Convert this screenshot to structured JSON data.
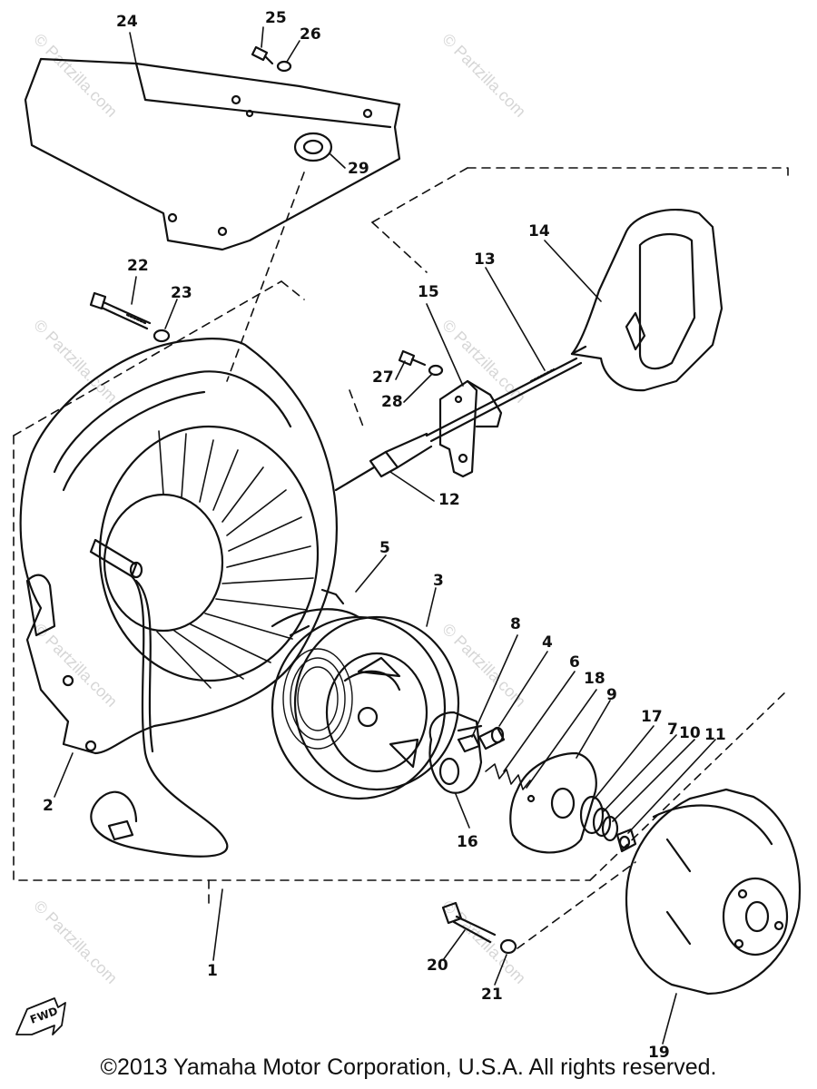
{
  "diagram": {
    "labels": {
      "p1": "1",
      "p2": "2",
      "p3": "3",
      "p4": "4",
      "p5": "5",
      "p6": "6",
      "p7": "7",
      "p8": "8",
      "p9": "9",
      "p10": "10",
      "p11": "11",
      "p12": "12",
      "p13": "13",
      "p14": "14",
      "p15": "15",
      "p16": "16",
      "p17": "17",
      "p18": "18",
      "p19": "19",
      "p20": "20",
      "p21": "21",
      "p22": "22",
      "p23": "23",
      "p24": "24",
      "p25": "25",
      "p26": "26",
      "p27": "27",
      "p28": "28",
      "p29": "29"
    },
    "fwd_label": "FWD",
    "watermark": "© Partzilla.com",
    "copyright": "©2013 Yamaha Motor Corporation, U.S.A. All rights reserved."
  },
  "colors": {
    "line": "#111111",
    "watermark": "#d6d6d6",
    "background": "#ffffff"
  }
}
